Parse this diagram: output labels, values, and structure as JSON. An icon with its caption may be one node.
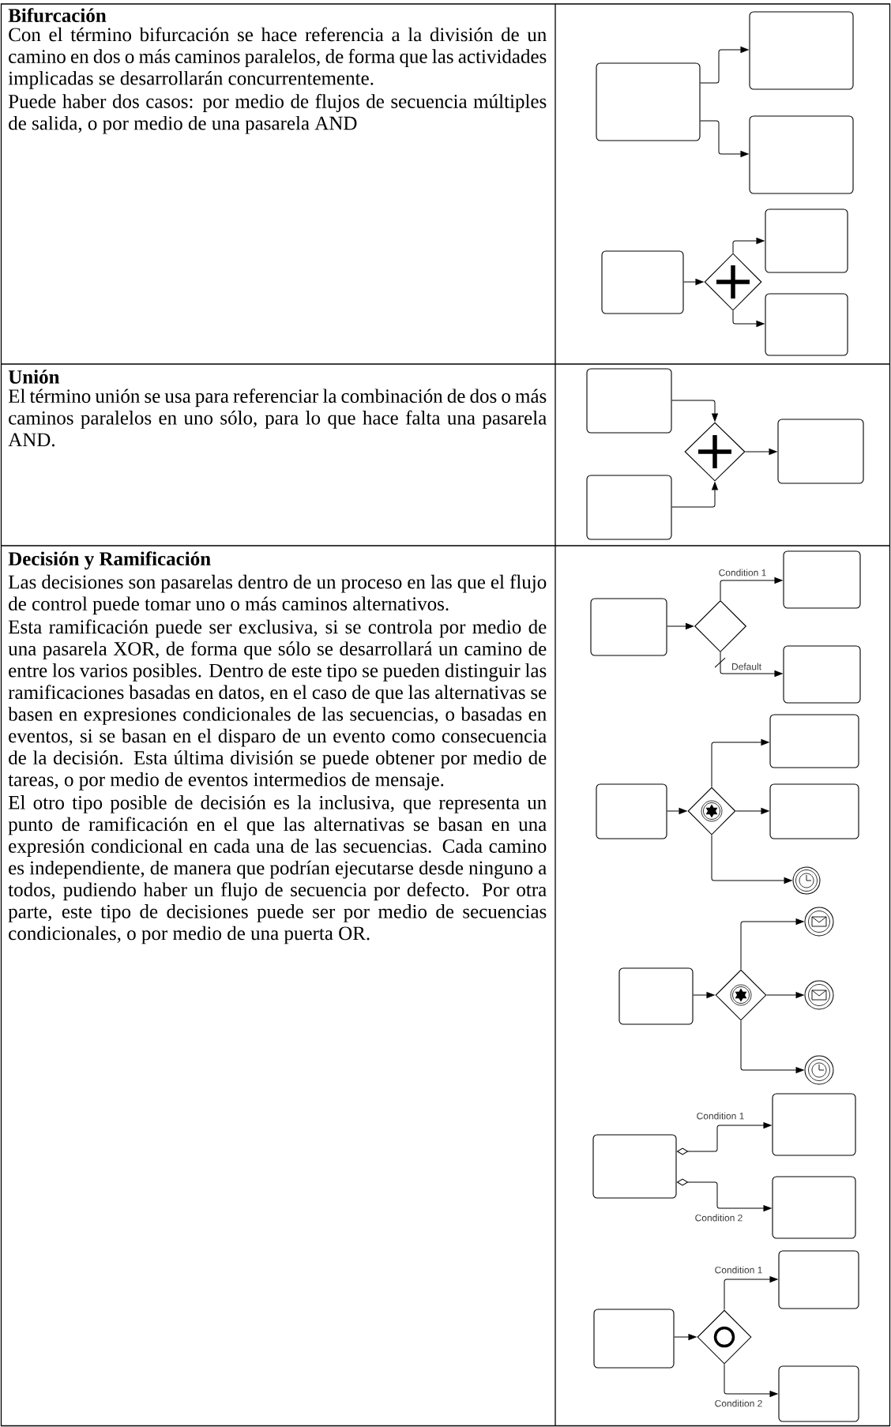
{
  "diagram": {
    "nodes": [
      {
        "text": [],
        "shape": "box"
      },
      {
        "text": [],
        "shape": "box"
      },
      {
        "text": [],
        "shape": "box"
      },
      {
        "text": [],
        "shape": "box"
      },
      {
        "text": [],
        "shape": "diamond"
      },
      {
        "text": [],
        "shape": "box"
      },
      {
        "text": [],
        "shape": "box"
      },
      {
        "text": [],
        "shape": "box"
      },
      {
        "text": [],
        "shape": "box"
      },
      {
        "text": [],
        "shape": "diamond"
      },
      {
        "text": [],
        "shape": "box"
      },
      {
        "text": [],
        "shape": "box"
      },
      {
        "text": [],
        "shape": "diamond"
      },
      {
        "text": [],
        "shape": "box"
      },
      {
        "text": [],
        "shape": "box"
      },
      {
        "text": [],
        "shape": "box"
      },
      {
        "text": [],
        "shape": "diamond"
      },
      {
        "text": [],
        "shape": "box"
      },
      {
        "text": [],
        "shape": "box"
      },
      {
        "text": [],
        "shape": "circle"
      },
      {
        "text": [],
        "shape": "box"
      },
      {
        "text": [],
        "shape": "diamond"
      },
      {
        "text": [],
        "shape": "circle"
      },
      {
        "text": [],
        "shape": "circle"
      },
      {
        "text": [],
        "shape": "circle"
      },
      {
        "text": [],
        "shape": "box"
      },
      {
        "text": [],
        "shape": "box"
      },
      {
        "text": [],
        "shape": "box"
      },
      {
        "text": [],
        "shape": "box"
      },
      {
        "text": [],
        "shape": "diamond"
      },
      {
        "text": [],
        "shape": "box"
      },
      {
        "text": [],
        "shape": "box"
      }
    ],
    "edges": [
      {
        "from": 0,
        "to": 1,
        "arrow": "to"
      },
      {
        "from": 0,
        "to": 2,
        "arrow": "to"
      },
      {
        "from": 3,
        "to": 4,
        "arrow": "to"
      },
      {
        "from": 4,
        "to": 5,
        "arrow": "to"
      },
      {
        "from": 4,
        "to": 6,
        "arrow": "to"
      },
      {
        "from": 7,
        "to": 9,
        "arrow": "to"
      },
      {
        "from": 8,
        "to": 9,
        "arrow": "to"
      },
      {
        "from": 9,
        "to": 10,
        "arrow": "to"
      },
      {
        "from": 11,
        "to": 12,
        "arrow": "to"
      },
      {
        "from": 12,
        "to": 13,
        "arrow": "to",
        "label": "Condition 1"
      },
      {
        "from": 12,
        "to": 14,
        "arrow": "to",
        "label": "Default"
      },
      {
        "from": 15,
        "to": 16,
        "arrow": "to"
      },
      {
        "from": 16,
        "to": 17,
        "arrow": "to"
      },
      {
        "from": 16,
        "to": 18,
        "arrow": "to"
      },
      {
        "from": 16,
        "to": 19,
        "arrow": "to"
      },
      {
        "from": 20,
        "to": 21,
        "arrow": "to"
      },
      {
        "from": 21,
        "to": 22,
        "arrow": "to"
      },
      {
        "from": 21,
        "to": 23,
        "arrow": "to"
      },
      {
        "from": 21,
        "to": 24,
        "arrow": "to"
      },
      {
        "from": 25,
        "to": 26,
        "arrow": "to",
        "label": "Condition 1"
      },
      {
        "from": 25,
        "to": 27,
        "arrow": "to",
        "label": "Condition 2"
      },
      {
        "from": 28,
        "to": 29,
        "arrow": "to"
      },
      {
        "from": 29,
        "to": 30,
        "arrow": "to",
        "label": "Condition 1"
      },
      {
        "from": 29,
        "to": 31,
        "arrow": "to",
        "label": "Condition 2"
      }
    ],
    "labels": [
      "Bifurcación",
      "Con el término bifurcación se hace referencia a la división de un camino en dos o más caminos paralelos, de forma que las actividades implicadas se desarrollarán concurrentemente.",
      "Puede haber dos casos: por medio de flujos de secuencia múltiples de salida, o por medio de una pasarela AND",
      "Unión",
      "El término unión se usa para referenciar la combinación de dos o más caminos paralelos en uno sólo, para lo que hace falta una pasarela AND.",
      "Decisión y Ramificación",
      "Las decisiones son pasarelas dentro de un proceso en las que el flujo de control puede tomar uno o más caminos alternativos.",
      "Esta ramificación puede ser exclusiva, si se controla por medio de una pasarela XOR, de forma que sólo se desarrollará un camino de entre los varios posibles. Dentro de este tipo se pueden distinguir las ramificaciones basadas en datos, en el caso de que las alternativas se basen en expresiones condicionales de las secuencias, o basadas en eventos, si se basan en el disparo de un evento como consecuencia de la decisión. Esta última división se puede obtener por medio de tareas, o por medio de eventos intermedios de mensaje.",
      "El otro tipo posible de decisión es la inclusiva, que representa un punto de ramificación en el que las alternativas se basan en una expresión condicional en cada una de las secuencias. Cada camino es independiente, de manera que podrían ejecutarse desde ninguno a todos, pudiendo haber un flujo de secuencia por defecto. Por otra parte, este tipo de decisiones puede ser por medio de secuencias condicionales, o por medio de una puerta OR."
    ]
  }
}
